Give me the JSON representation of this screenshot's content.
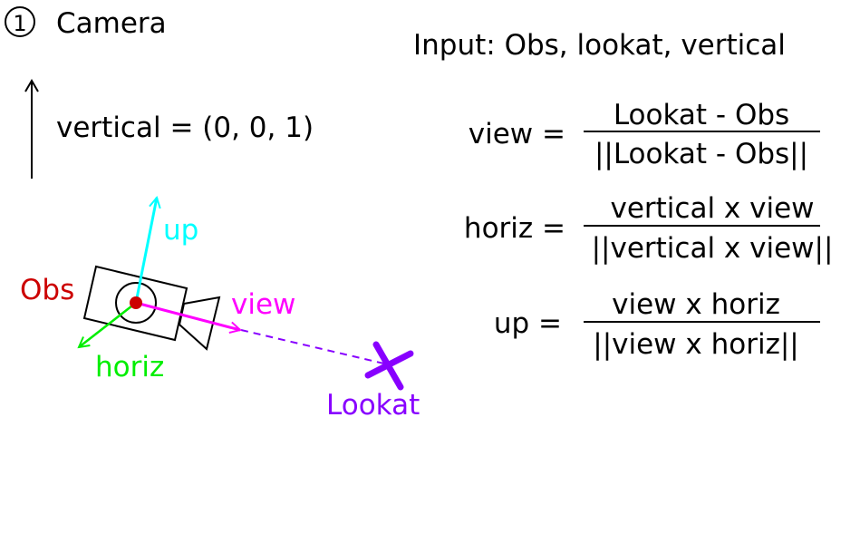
{
  "title": {
    "number": "1",
    "label": "Camera"
  },
  "vertical_label": "vertical = (0, 0, 1)",
  "input_label": "Input: Obs, lookat, vertical",
  "diagram": {
    "up": "up",
    "obs": "Obs",
    "view": "view",
    "horiz": "horiz",
    "lookat": "Lookat"
  },
  "formulas": [
    {
      "lhs": "view =",
      "numerator": "Lookat - Obs",
      "denominator": "||Lookat - Obs||"
    },
    {
      "lhs": "horiz =",
      "numerator": "vertical x view",
      "denominator": "||vertical x view||"
    },
    {
      "lhs": "up =",
      "numerator": "view x horiz",
      "denominator": "||view x horiz||"
    }
  ],
  "colors": {
    "up": "#00ffff",
    "obs": "#cc0000",
    "view": "#ff00ff",
    "horiz": "#00ee00",
    "lookat": "#8800ff"
  }
}
